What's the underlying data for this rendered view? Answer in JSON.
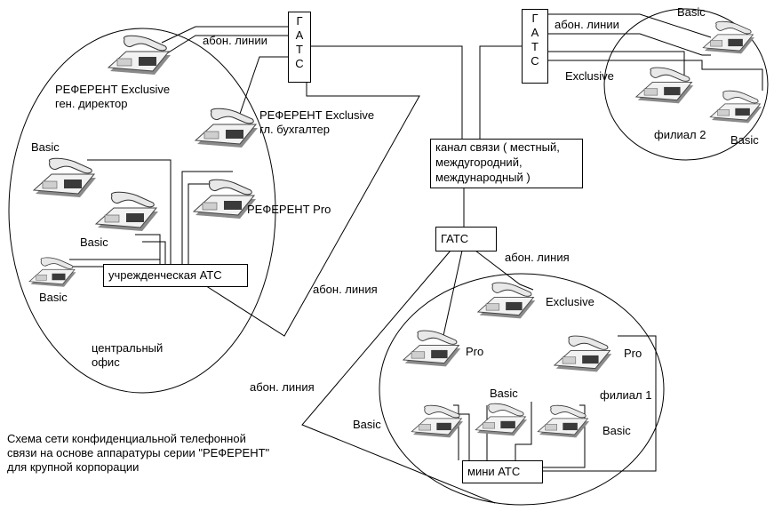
{
  "colors": {
    "line": "#000000",
    "phone_body": "#f2f2f2",
    "phone_shadow": "#8a8a8a",
    "phone_dark": "#3a3a3a"
  },
  "nodes": {
    "gats_main": [
      "Г",
      "А",
      "Т",
      "С"
    ],
    "gats_branch2": [
      "Г",
      "А",
      "Т",
      "С"
    ],
    "channel": [
      "канал связи ( местный,",
      "междугородний,",
      "международный )"
    ],
    "gats_branch1": "ГАТС",
    "office_pbx": "учрежденческая АТС",
    "mini_pbx": "мини АТС"
  },
  "labels": {
    "abon_lines_main": "абон. линии",
    "exclusive_dir": [
      "РЕФЕРЕНТ Exclusive",
      "ген. директор"
    ],
    "exclusive_acc": [
      "РЕФЕРЕНТ Exclusive",
      "гл. бухгалтер"
    ],
    "referent_pro": "РЕФЕРЕНТ Pro",
    "basic_1": "Basic",
    "basic_2": "Basic",
    "basic_3": "Basic",
    "abon_line_office": "абон. линия",
    "central_office": [
      "центральный",
      "офис"
    ],
    "abon_line_left": "абон. линия",
    "caption": [
      "Схема сети конфиденциальной телефонной",
      "связи на основе аппаратуры серии \"РЕФЕРЕНТ\"",
      "для крупной корпорации"
    ],
    "abon_lines_branch2": "абон. линии",
    "b2_basic_top": "Basic",
    "b2_exclusive": "Exclusive",
    "b2_name": "филиал 2",
    "b2_basic_bottom": "Basic",
    "abon_line_branch1": "абон. линия",
    "b1_exclusive": "Exclusive",
    "b1_pro_left": "Pro",
    "b1_pro_right": "Pro",
    "b1_basic_mid": "Basic",
    "b1_name": "филиал 1",
    "b1_basic_left": "Basic",
    "b1_basic_right": "Basic"
  }
}
